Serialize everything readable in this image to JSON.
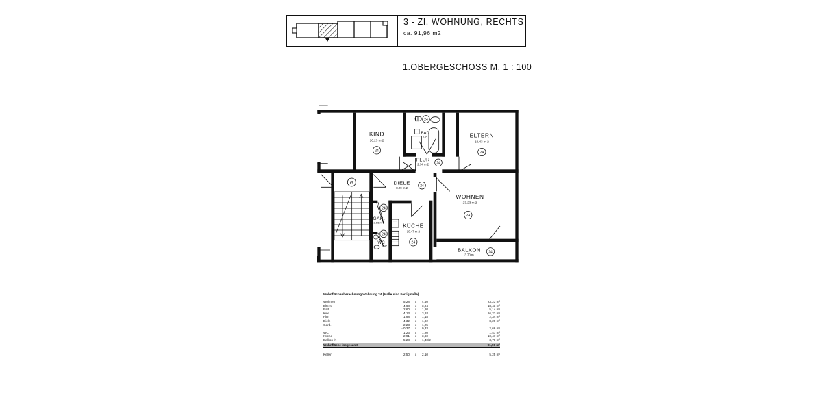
{
  "title_block": {
    "key_diagram_name": "building-key-diagram",
    "main_title": "3 - ZI. WOHNUNG, RECHTS",
    "sub_title": "ca.  91,96 m2"
  },
  "subtitle": "1.OBERGESCHOSS M. 1 : 100",
  "plan": {
    "rooms": [
      {
        "name": "KIND",
        "area": "16.23 m 2",
        "marker": "24"
      },
      {
        "name": "BAD",
        "area": "5.14",
        "marker": "24"
      },
      {
        "name": "ELTERN",
        "area": "18.43 m 2",
        "marker": "24"
      },
      {
        "name": "FLUR",
        "area": "2.34 m 2",
        "marker": "24"
      },
      {
        "name": "DIELE",
        "area": "8.29 m 2",
        "marker": "24"
      },
      {
        "name": "WOHNEN",
        "area": "23.23 m 2",
        "marker": "24"
      },
      {
        "name": "GAR.",
        "area": "2.66 m 2",
        "marker": "24"
      },
      {
        "name": "WC",
        "area": "1.47",
        "marker": "24"
      },
      {
        "name": "KÜCHE",
        "area": "10.47 m 2",
        "marker": "24"
      },
      {
        "name": "BALKON",
        "area": "3.70 m",
        "marker": "24"
      }
    ],
    "stair_marker": "G"
  },
  "area_table": {
    "header": "Wohnflächenberechnung Wohnung 24 (Maße sind Fertigmaße)",
    "multiply_symbol": "x",
    "rows": [
      {
        "name": "Wohnen",
        "w": "5,28",
        "h": "4,40",
        "area": "23,23 m²"
      },
      {
        "name": "Eltern",
        "w": "4,68",
        "h": "3,94",
        "area": "18,43 m²"
      },
      {
        "name": "Bad",
        "w": "2,60",
        "h": "1,98",
        "area": "5,14 m²"
      },
      {
        "name": "Kind",
        "w": "4,13",
        "h": "3,93",
        "area": "16,23 m²"
      },
      {
        "name": "Flur",
        "w": "1,98",
        "h": "1,18",
        "area": "2,34 m²"
      },
      {
        "name": "Diele",
        "w": "4,32",
        "h": "1,92",
        "area": "8,29 m²"
      },
      {
        "name": "Gard.",
        "w": "2,23",
        "h": "1,25",
        "area": ""
      },
      {
        "name": "",
        "w": "- 0,37",
        "h": "0,33",
        "area": "2,66 m²"
      },
      {
        "name": "WC",
        "w": "1,23",
        "h": "1,20",
        "area": "1,47 m²"
      },
      {
        "name": "Küche",
        "w": "2,91",
        "h": "3,60",
        "area": "10,47 m²"
      },
      {
        "name": "Balkon ½",
        "w": "5,28",
        "h": "1,40/2",
        "area": "3,70 m²"
      }
    ],
    "total": {
      "label": "Wohnfläche insgesamt",
      "area": "91,96 m²"
    },
    "extra": {
      "name": "Keller",
      "w": "2,50",
      "h": "2,10",
      "area": "5,25 m²"
    }
  }
}
